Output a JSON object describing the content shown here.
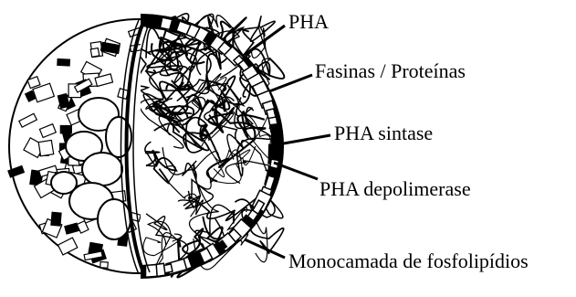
{
  "labels": {
    "pha": "PHA",
    "fasinas": "Fasinas / Proteínas",
    "pha_sintase": "PHA sintase",
    "pha_depolimerase": "PHA depolimerase",
    "monocamada": "Monocamada de fosfolipídios"
  },
  "colors": {
    "ink": "#000000",
    "fill": "#ffffff"
  }
}
